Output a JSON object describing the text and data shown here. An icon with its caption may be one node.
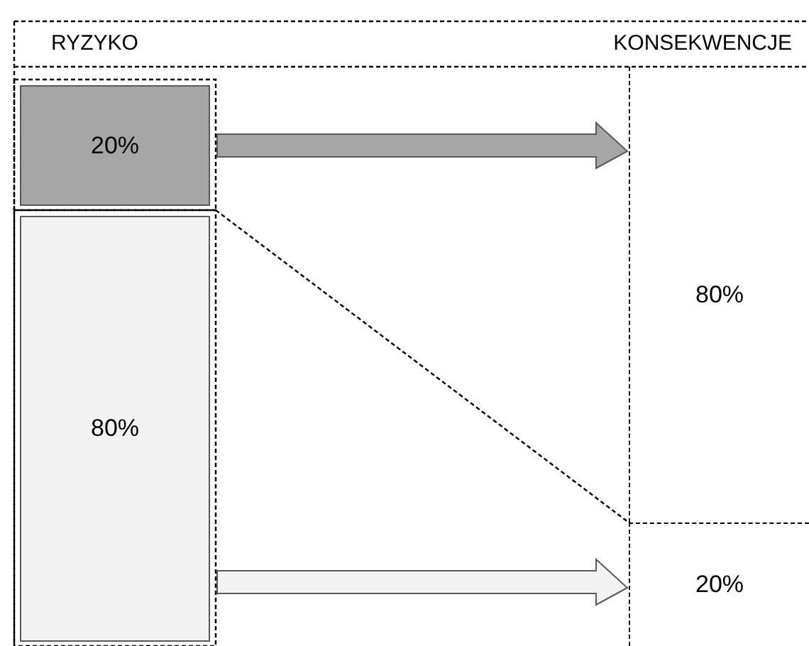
{
  "diagram": {
    "nodes": [
      {
        "text": [
          "20%"
        ]
      },
      {
        "text": [
          "80%"
        ]
      },
      {
        "text": [
          "80%"
        ]
      },
      {
        "text": [
          "20%"
        ]
      }
    ],
    "edges": [
      {
        "from": 0,
        "to": 2,
        "arrow": "to",
        "color": "#a6a6a6"
      },
      {
        "from": 1,
        "to": 3,
        "arrow": "to",
        "color": "#f2f2f2"
      }
    ],
    "labels": [
      "RYZYKO",
      "KONSEKWENCJE"
    ]
  }
}
